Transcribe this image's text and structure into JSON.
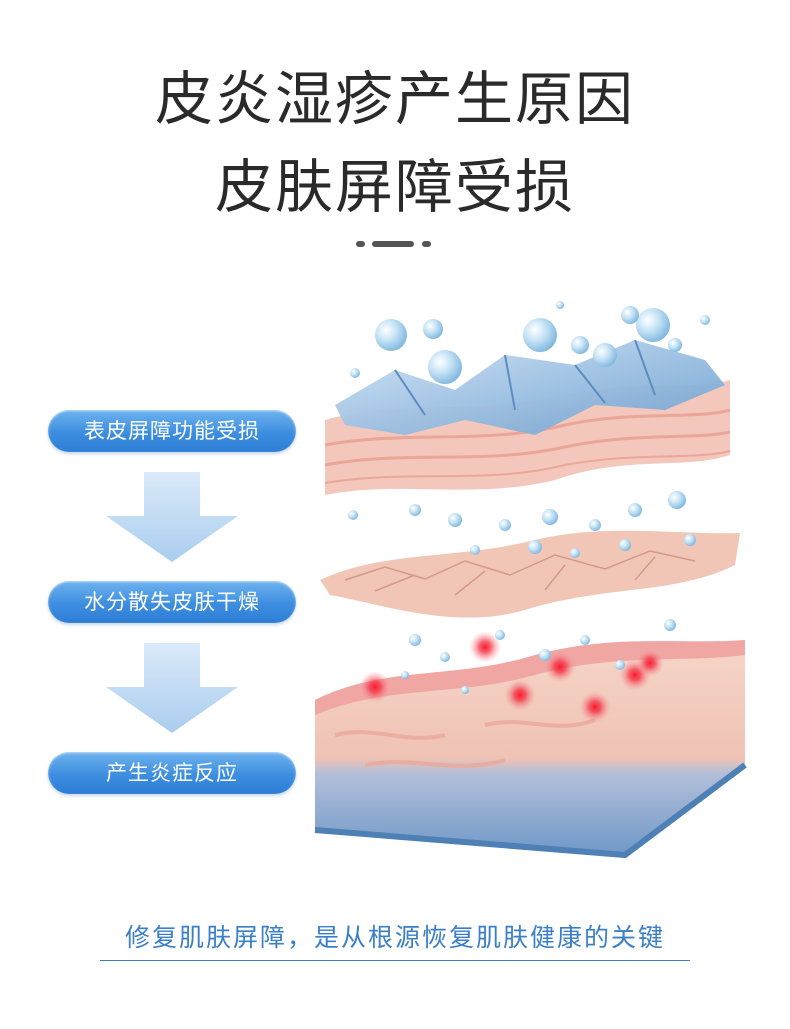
{
  "title": {
    "line1": "皮炎湿疹产生原因",
    "line2": "皮肤屏障受损"
  },
  "steps": [
    {
      "label": "表皮屏障功能受损"
    },
    {
      "label": "水分散失皮肤干燥"
    },
    {
      "label": "产生炎症反应"
    }
  ],
  "footer": {
    "text": "修复肌肤屏障，是从根源恢复肌肤健康的关键"
  },
  "colors": {
    "pill_blue": "#3d8ee0",
    "arrow_blue": "#bcd9f3",
    "footer_blue": "#3a7fc8",
    "skin_pink": "#f2b8ad",
    "water_drop": "#a9d3ef"
  },
  "icons": [
    "down-arrow-icon",
    "skin-layers-illustration"
  ]
}
